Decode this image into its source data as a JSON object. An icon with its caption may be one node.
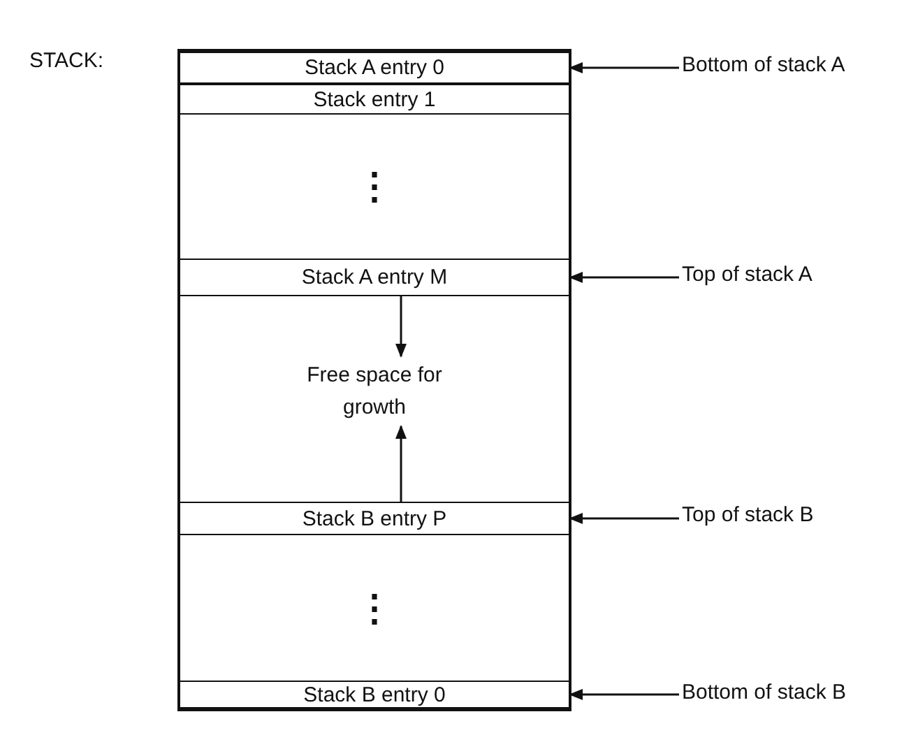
{
  "diagram": {
    "nodes": [
      {
        "text": [
          "STACK:"
        ]
      },
      {
        "text": [
          "Stack A entry 0"
        ],
        "in": 0
      },
      {
        "text": [
          "Stack entry 1"
        ],
        "in": 0
      },
      {
        "text": [
          "⋮"
        ],
        "in": 0
      },
      {
        "text": [
          "Stack A entry M"
        ],
        "in": 0
      },
      {
        "text": [
          "Free space for growth"
        ],
        "in": 0
      },
      {
        "text": [
          "Stack B entry P"
        ],
        "in": 0
      },
      {
        "text": [
          "⋮"
        ],
        "in": 0
      },
      {
        "text": [
          "Stack B entry 0"
        ],
        "in": 0
      },
      {
        "text": [
          "Bottom of stack A"
        ]
      },
      {
        "text": [
          "Top of stack A"
        ]
      },
      {
        "text": [
          "Top of stack B"
        ]
      },
      {
        "text": [
          "Bottom of stack B"
        ]
      }
    ],
    "edges": [
      {
        "from": 9,
        "to": 1,
        "arrow": "to"
      },
      {
        "from": 4,
        "to": 5,
        "arrow": "to"
      },
      {
        "from": 6,
        "to": 5,
        "arrow": "to"
      },
      {
        "from": 10,
        "to": 4,
        "arrow": "to"
      },
      {
        "from": 11,
        "to": 6,
        "arrow": "to"
      },
      {
        "from": 12,
        "to": 8,
        "arrow": "to"
      }
    ]
  }
}
